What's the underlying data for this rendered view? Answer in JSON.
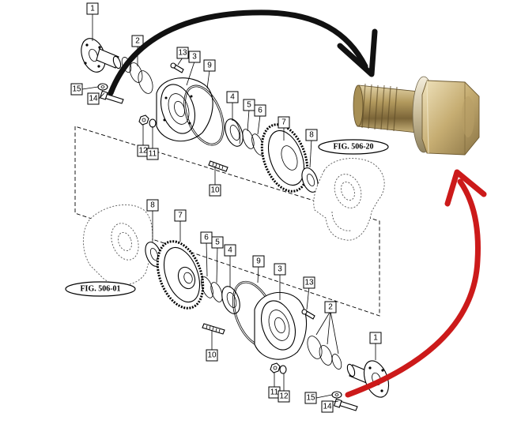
{
  "callouts": {
    "upper": [
      "1",
      "2",
      "13",
      "3",
      "9",
      "15",
      "14",
      "4",
      "5",
      "6",
      "7",
      "12",
      "11",
      "8",
      "10"
    ],
    "lower": [
      "8",
      "7",
      "6",
      "5",
      "4",
      "9",
      "3",
      "13",
      "2",
      "10",
      "1",
      "11",
      "12",
      "15",
      "14"
    ]
  },
  "figure_refs": {
    "upper_right": "FIG. 506-20",
    "lower_left": "FIG. 506-01"
  },
  "arrow_colors": {
    "top_arrow": "#111111",
    "bottom_arrow": "#cc1a1a"
  },
  "photo": {
    "subject": "flange bolt with washer",
    "color": "#b39a5e"
  }
}
